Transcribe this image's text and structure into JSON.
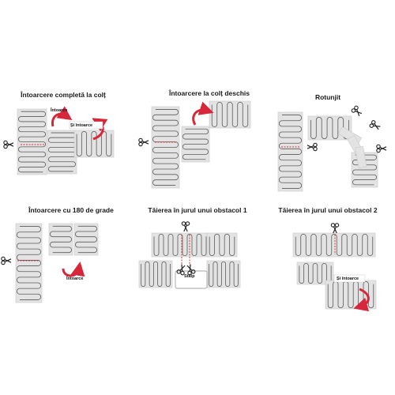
{
  "diagram": {
    "panels": [
      {
        "id": "p1",
        "title": "Întoarcere completă la colț",
        "notes": [
          "Întoarce",
          "Și întoarce"
        ]
      },
      {
        "id": "p2",
        "title": "Întoarcere la colț deschis",
        "notes": []
      },
      {
        "id": "p3",
        "title": "Rotunjit",
        "notes": []
      },
      {
        "id": "p4",
        "title": "Întoarcere cu 180 de grade",
        "notes": [
          "Întoarce"
        ]
      },
      {
        "id": "p5",
        "title": "Tăierea în jurul unui obstacol 1",
        "notes": [
          "Stâlp"
        ]
      },
      {
        "id": "p6",
        "title": "Tăierea în jurul unui obstacol 2",
        "notes": [
          "Și întoarce"
        ]
      }
    ],
    "colors": {
      "mat": "#e3e3e3",
      "mat_edge": "#c9c9c9",
      "wire": "#5a5a5a",
      "cut_line": "#d6283a",
      "arrow": "#d6283a",
      "scissors": "#222222"
    },
    "icons": [
      "scissors-icon",
      "curved-arrow-icon",
      "cut-line"
    ]
  }
}
